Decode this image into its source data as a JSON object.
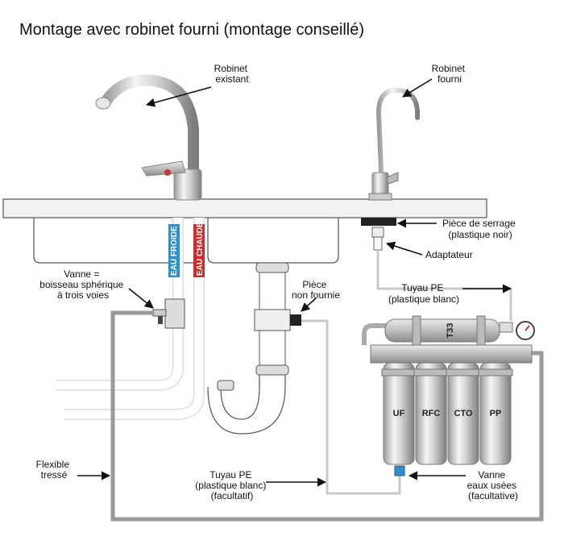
{
  "title": "Montage avec robinet fourni (montage conseillé)",
  "labels": {
    "robinet_existant": [
      "Robinet",
      "existant"
    ],
    "robinet_fourni": [
      "Robinet",
      "fourni"
    ],
    "piece_serrage": [
      "Pièce de serrage",
      "(plastique noir)"
    ],
    "adaptateur": [
      "Adaptateur"
    ],
    "tuyau_pe_haut": [
      "Tuyau PE",
      "(plastique blanc)"
    ],
    "vanne_trois_voies": [
      "Vanne =",
      "boisseau sphérique",
      "à trois voies"
    ],
    "piece_non_fournie": [
      "Pièce",
      "non fournie"
    ],
    "flexible": [
      "Flexible",
      "tressé"
    ],
    "tuyau_pe_bas": [
      "Tuyau PE",
      "(plastique blanc)",
      "(facultatif)"
    ],
    "vanne_eaux_usees": [
      "Vanne",
      "eaux usées",
      "(facultative)"
    ]
  },
  "pipes": {
    "cold": "EAU FROIDE",
    "hot": "EAU CHAUDE"
  },
  "filter": {
    "top_cartridge": "T33",
    "cartridges": [
      "UF",
      "RFC",
      "CTO",
      "PP"
    ]
  },
  "colors": {
    "cold": "#2b8fd6",
    "hot": "#d42a2a",
    "braided": "#9a9a9a",
    "pe_tube": "#b8b8b8"
  }
}
